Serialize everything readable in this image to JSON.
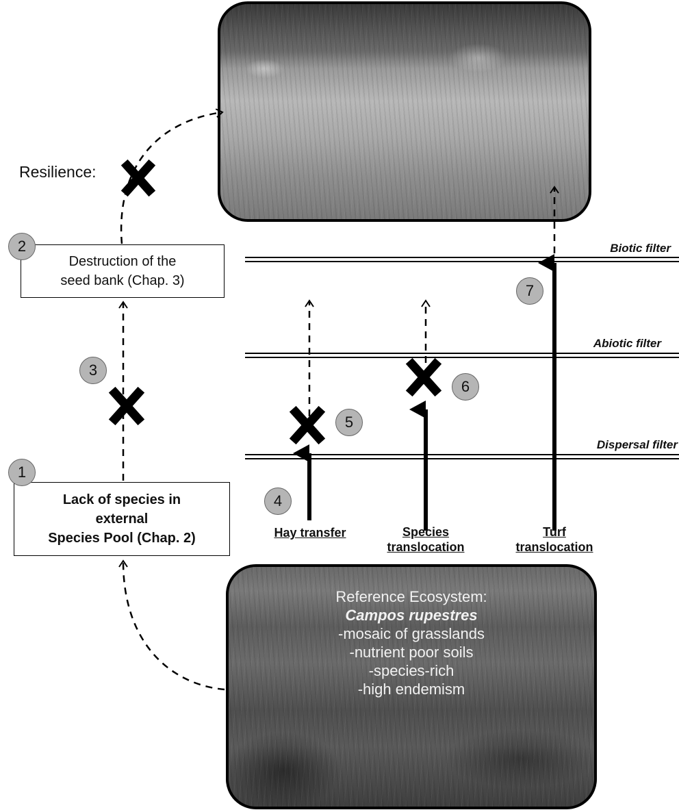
{
  "resilience_label": "Resilience:",
  "boxes": {
    "destruction": {
      "line1": "Destruction of the",
      "line2": "seed bank (Chap. 3)"
    },
    "lack": {
      "line1": "Lack of species in",
      "line2": "external",
      "line3": "Species Pool (Chap. 2)"
    }
  },
  "filters": {
    "biotic": "Biotic filter",
    "abiotic": "Abiotic filter",
    "dispersal": "Dispersal filter"
  },
  "methods": {
    "hay": {
      "line1": "Hay transfer"
    },
    "species": {
      "line1": "Species",
      "line2": "translocation"
    },
    "turf": {
      "line1": "Turf",
      "line2": "translocation"
    }
  },
  "steps": [
    "1",
    "2",
    "3",
    "4",
    "5",
    "6",
    "7"
  ],
  "reference": {
    "line1": "Reference Ecosystem:",
    "line2": "Campos rupestres",
    "line3": "-mosaic of grasslands",
    "line4": "-nutrient poor soils",
    "line5": "-species-rich",
    "line6": "-high endemism"
  },
  "colors": {
    "circle_fill": "#b5b5b5",
    "line": "#000000"
  }
}
